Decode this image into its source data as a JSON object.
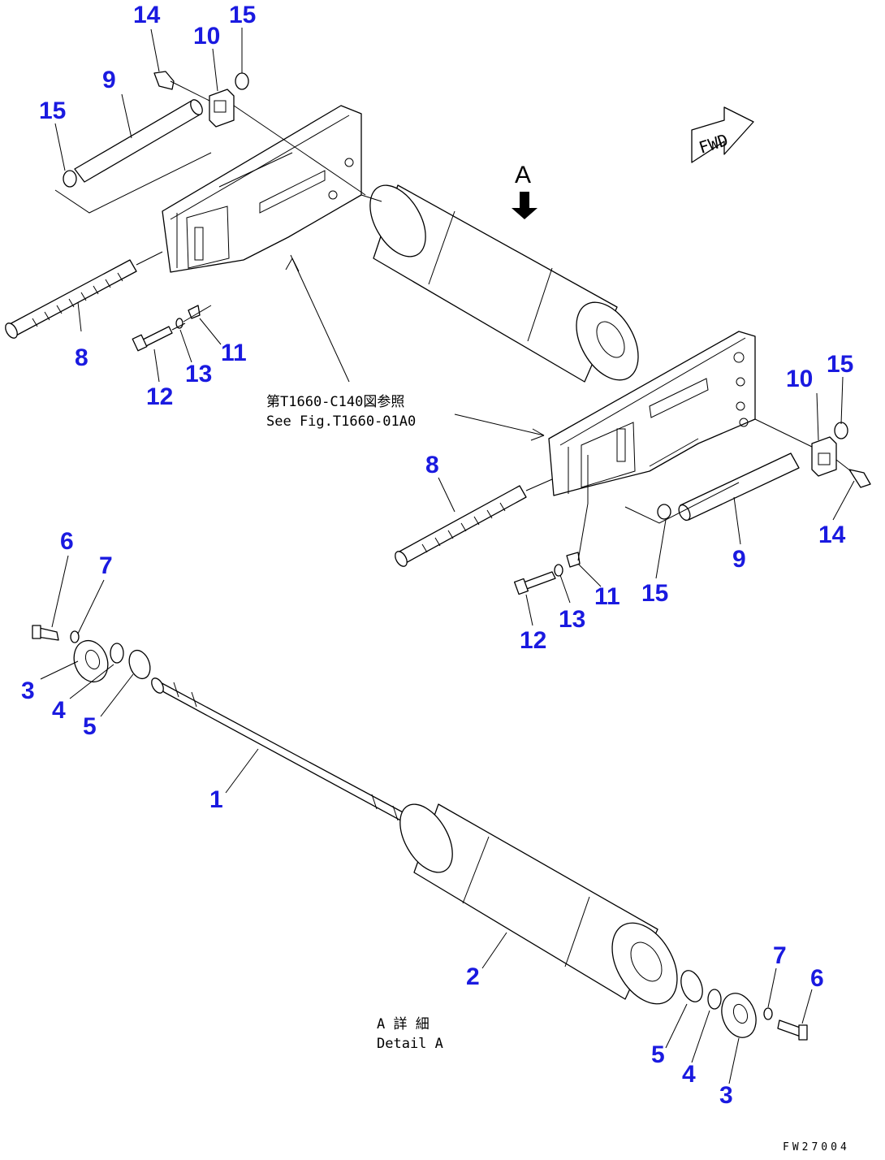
{
  "diagram": {
    "callouts": {
      "c14_top": "14",
      "c10_top": "10",
      "c15_top_r": "15",
      "c9_top": "9",
      "c15_top_l": "15",
      "c8_top": "8",
      "c12_top": "12",
      "c13_top": "13",
      "c11_top": "11",
      "c10_right": "10",
      "c15_right": "15",
      "c8_mid": "8",
      "c14_right": "14",
      "c9_right": "9",
      "c11_mid": "11",
      "c15_mid": "15",
      "c13_mid": "13",
      "c12_mid": "12",
      "c6_left": "6",
      "c7_left": "7",
      "c3_left": "3",
      "c4_left": "4",
      "c5_left": "5",
      "c1": "1",
      "c2": "2",
      "c7_right": "7",
      "c6_right": "6",
      "c5_right": "5",
      "c4_right": "4",
      "c3_right": "3"
    },
    "view_marker": "A",
    "fwd_label": "FWD",
    "reference_note_line1": "第T1660-C140図参照",
    "reference_note_line2": "See Fig.T1660-01A0",
    "detail_label_line1": "A 詳 細",
    "detail_label_line2": "Detail A",
    "figure_code": "FW27004"
  }
}
